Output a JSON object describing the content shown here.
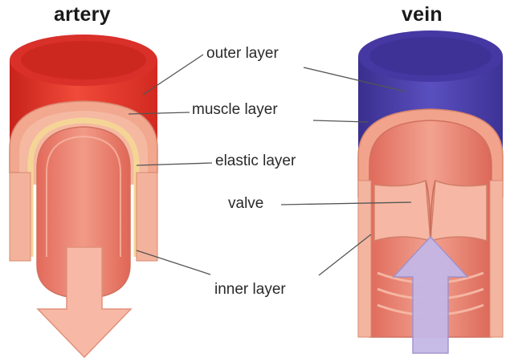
{
  "titles": {
    "artery": "artery",
    "vein": "vein"
  },
  "labels": {
    "outer_layer": "outer layer",
    "muscle_layer": "muscle layer",
    "elastic_layer": "elastic layer",
    "valve": "valve",
    "inner_layer": "inner layer"
  },
  "colors": {
    "artery_outer": "#e8382c",
    "vein_outer": "#4b3fa8",
    "muscle": "#f1a48c",
    "elastic": "#f7d99a",
    "lumen": "#ea8272",
    "arrow": "#f6b3a0",
    "vein_arrow": "#bdb0e0"
  }
}
